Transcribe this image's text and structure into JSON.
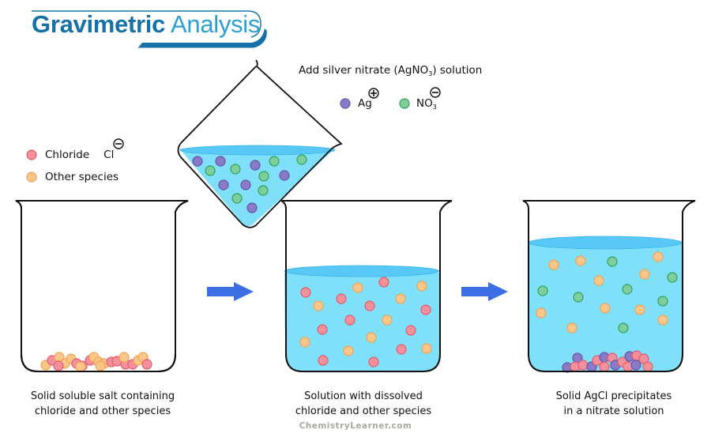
{
  "title": {
    "part1": "Gravimetric",
    "part2": "Analysis"
  },
  "colors": {
    "title_dark": "#1672a6",
    "title_light": "#2b9fd6",
    "water": "#80e0fa",
    "water_surface": "#58c9f7",
    "chloride": "#f2919b",
    "chloride_stroke": "#e35a6c",
    "other_species": "#fbc68a",
    "other_species_stroke": "#f2a24f",
    "silver": "#8a7bc6",
    "silver_stroke": "#6253ad",
    "nitrate": "#7fcc9c",
    "nitrate_stroke": "#2ba35a",
    "arrow": "#3c6fe6"
  },
  "reagent": {
    "instruction_prefix": "Add silver nitrate (AgNO",
    "instruction_sub": "3",
    "instruction_suffix": ") solution",
    "legend": [
      {
        "species": "silver",
        "label": "Ag",
        "charge": "+",
        "icon": "silver-ion-icon"
      },
      {
        "species": "nitrate",
        "label": "NO",
        "sub": "3",
        "charge": "−",
        "icon": "nitrate-ion-icon"
      }
    ]
  },
  "legend": [
    {
      "species": "chloride",
      "label": "Chloride",
      "symbol": "Cl",
      "charge": "−",
      "icon": "chloride-ion-icon"
    },
    {
      "species": "other_species",
      "label": "Other species",
      "icon": "other-species-icon"
    }
  ],
  "steps": [
    {
      "caption_line1": "Solid soluble salt containing",
      "caption_line2": "chloride and other species"
    },
    {
      "caption_line1": "Solution with dissolved",
      "caption_line2": "chloride and other species"
    },
    {
      "caption_line1": "Solid AgCl precipitates",
      "caption_line2": "in a nitrate solution"
    }
  ],
  "credit": "ChemistryLearner.com"
}
